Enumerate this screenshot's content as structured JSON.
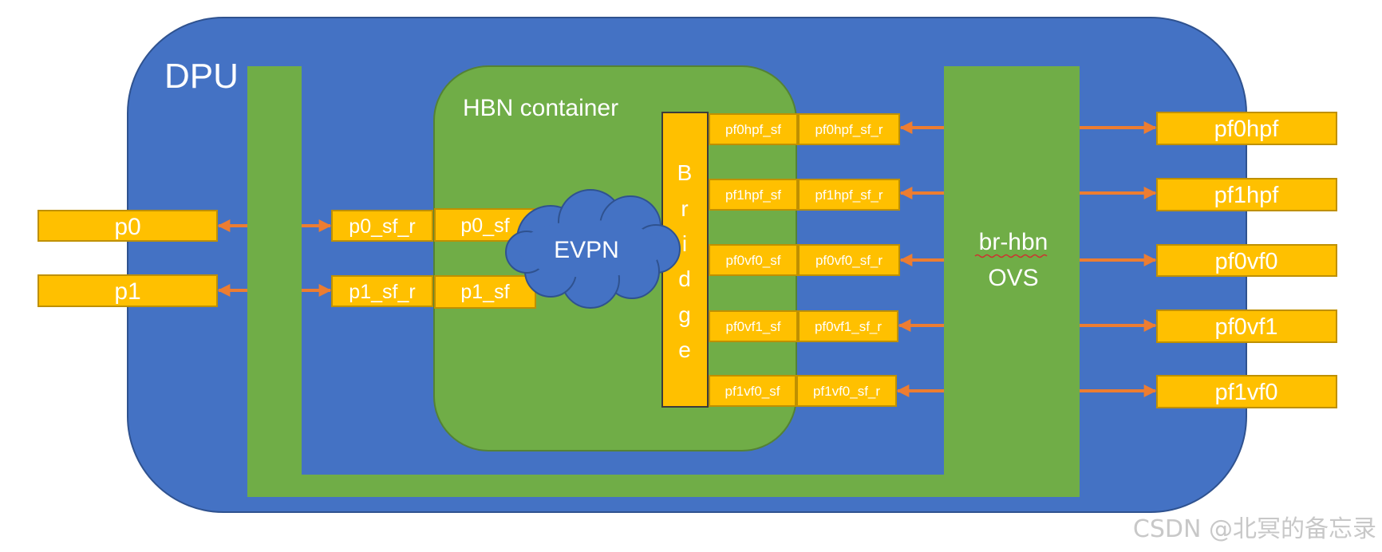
{
  "dpu": {
    "label": "DPU"
  },
  "hbn_container": {
    "label": "HBN container"
  },
  "evpn": {
    "label": "EVPN"
  },
  "bridge": {
    "letters": [
      "B",
      "r",
      "i",
      "d",
      "g",
      "e"
    ]
  },
  "ovs": {
    "line1": "br-hbn",
    "line2": "OVS"
  },
  "ports": {
    "p0": "p0",
    "p1": "p1"
  },
  "sf_r": {
    "p0": "p0_sf_r",
    "p1": "p1_sf_r"
  },
  "sf": {
    "p0": "p0_sf",
    "p1": "p1_sf"
  },
  "bridge_sf": [
    "pf0hpf_sf",
    "pf1hpf_sf",
    "pf0vf0_sf",
    "pf0vf1_sf",
    "pf1vf0_sf"
  ],
  "bridge_sf_r": [
    "pf0hpf_sf_r",
    "pf1hpf_sf_r",
    "pf0vf0_sf_r",
    "pf0vf1_sf_r",
    "pf1vf0_sf_r"
  ],
  "host_reps": [
    "pf0hpf",
    "pf1hpf",
    "pf0vf0",
    "pf0vf1",
    "pf1vf0"
  ],
  "colors": {
    "dpu_blue": "#4472C4",
    "green": "#70AD47",
    "port_yellow": "#FFC000",
    "arrow_orange": "#ED7D31",
    "evpn_blue": "#4472C4"
  },
  "watermark": "CSDN @北冥的备忘录"
}
